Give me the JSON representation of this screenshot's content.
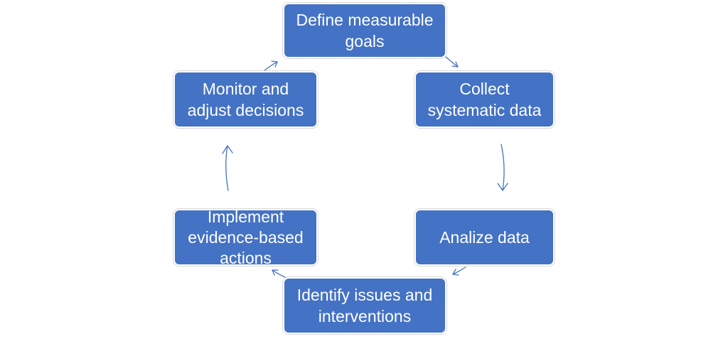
{
  "diagram": {
    "type": "cycle",
    "colors": {
      "box_fill": "#4472c4",
      "box_border": "#ffffff",
      "text": "#ffffff",
      "arrow": "#4472c4",
      "background": "#ffffff"
    },
    "steps": [
      {
        "id": "define",
        "label": "Define measurable goals"
      },
      {
        "id": "collect",
        "label": "Collect systematic data"
      },
      {
        "id": "analize",
        "label": "Analize data"
      },
      {
        "id": "identify",
        "label": "Identify issues and interventions"
      },
      {
        "id": "implement",
        "label": "Implement evidence-based actions"
      },
      {
        "id": "monitor",
        "label": "Monitor and adjust decisions"
      }
    ],
    "connections": [
      {
        "from": "define",
        "to": "collect"
      },
      {
        "from": "collect",
        "to": "analize"
      },
      {
        "from": "analize",
        "to": "identify"
      },
      {
        "from": "identify",
        "to": "implement"
      },
      {
        "from": "implement",
        "to": "monitor"
      },
      {
        "from": "monitor",
        "to": "define"
      }
    ]
  }
}
